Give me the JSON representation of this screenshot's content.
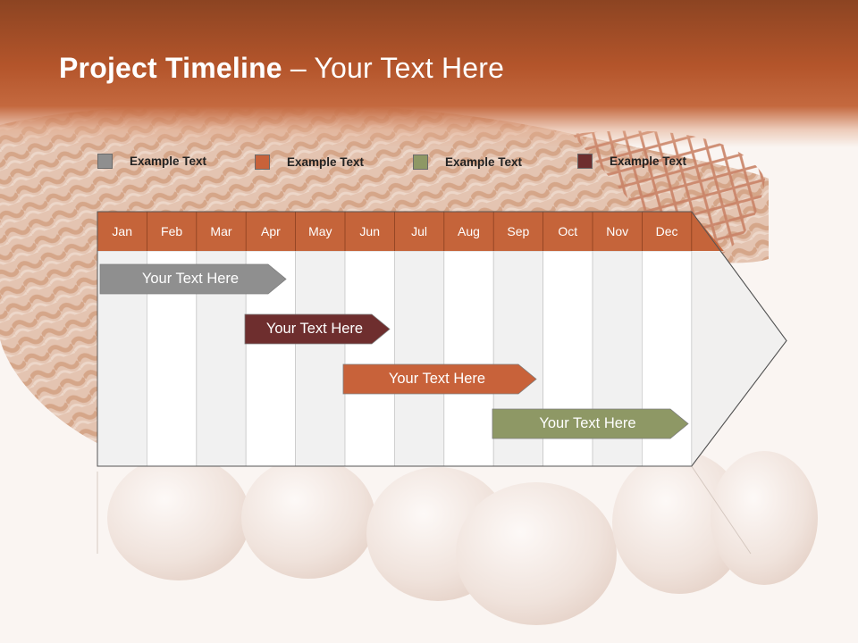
{
  "slide": {
    "title_bold": "Project Timeline",
    "title_rest": " – Your Text Here"
  },
  "legend": [
    {
      "label": "Example Text",
      "color": "#8f8f8f"
    },
    {
      "label": "Example Text",
      "color": "#c8623a"
    },
    {
      "label": "Example Text",
      "color": "#8e9865"
    },
    {
      "label": "Example Text",
      "color": "#6e2e2e"
    }
  ],
  "timeline": {
    "months": [
      "Jan",
      "Feb",
      "Mar",
      "Apr",
      "May",
      "Jun",
      "Jul",
      "Aug",
      "Sep",
      "Oct",
      "Nov",
      "Dec"
    ],
    "header_color": "#c5643a",
    "tasks": [
      {
        "label": "Your  Text Here",
        "start_month": "Jan",
        "end_month": "Apr",
        "color": "#8f8f8f"
      },
      {
        "label": "Your  Text Here",
        "start_month": "Apr",
        "end_month": "Jun",
        "color": "#6e2e2e"
      },
      {
        "label": "Your  Text Here",
        "start_month": "Jun",
        "end_month": "Sep",
        "color": "#c8623a"
      },
      {
        "label": "Your  Text Here",
        "start_month": "Sep",
        "end_month": "Dec",
        "color": "#8e9865"
      }
    ]
  }
}
